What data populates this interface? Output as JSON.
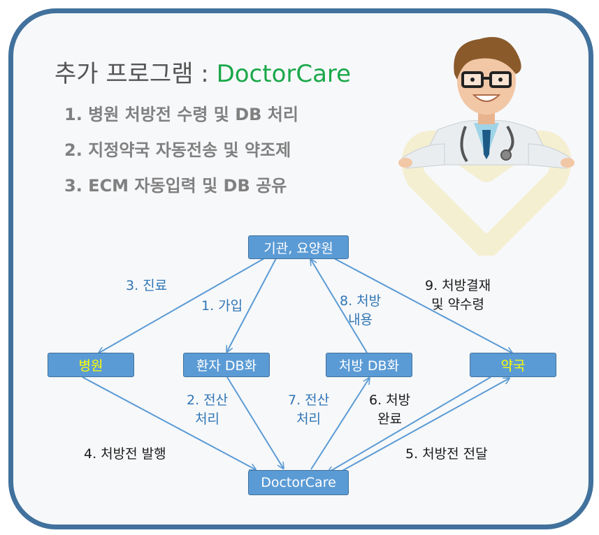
{
  "title": {
    "prefix": "추가 프로그램 : ",
    "app": "DoctorCare"
  },
  "features": [
    "1.  병원 처방전 수령 및 DB 처리",
    "2.  지정약국 자동전송 및 약조제",
    "3.  ECM 자동입력 및 DB 공유"
  ],
  "nodes": {
    "org": "기관, 요양원",
    "hospital": "병원",
    "patient_db": "환자 DB화",
    "rx_db": "처방 DB화",
    "pharmacy": "약국",
    "doctorcare": "DoctorCare"
  },
  "labels": {
    "l3": "3. 진료",
    "l1": "1. 가입",
    "l8a": "8. 처방",
    "l8b": "내용",
    "l9a": "9. 처방결재",
    "l9b": "및 약수령",
    "l2a": "2. 전산",
    "l2b": "처리",
    "l7a": "7. 전산",
    "l7b": "처리",
    "l6a": "6. 처방",
    "l6b": "완료",
    "l4": "4. 처방전 발행",
    "l5": "5. 처방전 전달"
  },
  "colors": {
    "frame": "#41719c",
    "node_fill": "#5b9bd5",
    "title_accent": "#1aa84a",
    "label_blue": "#2f75b5",
    "node_text_highlight": "#ffff00"
  },
  "icons": {
    "illustration": "doctor-icon",
    "background_logo": "heart-logo"
  }
}
